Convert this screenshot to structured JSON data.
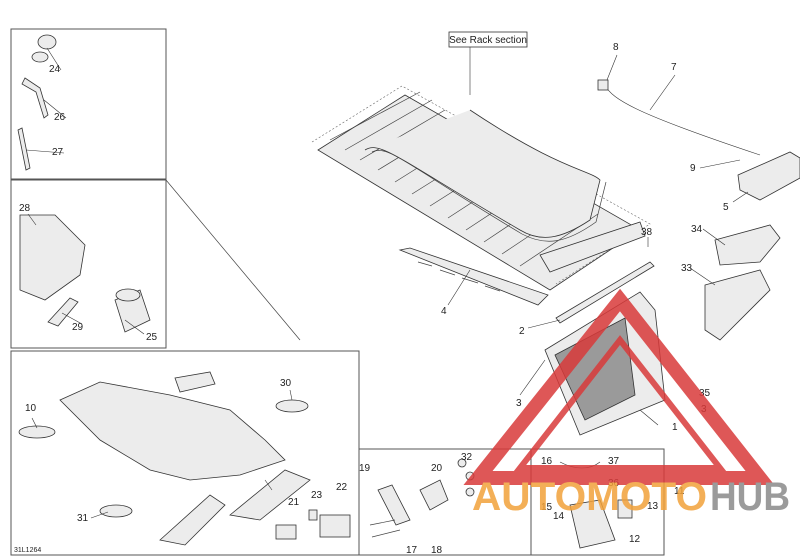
{
  "diagram": {
    "reference_box_label": "See Rack section",
    "drawing_code": "31L1264",
    "callouts": [
      "1",
      "2",
      "3",
      "3",
      "4",
      "5",
      "7",
      "8",
      "9",
      "10",
      "11",
      "12",
      "13",
      "14",
      "15",
      "16",
      "17",
      "18",
      "19",
      "20",
      "21",
      "22",
      "23",
      "24",
      "25",
      "26",
      "27",
      "28",
      "29",
      "30",
      "31",
      "32",
      "33",
      "34",
      "35",
      "36",
      "37",
      "38"
    ]
  },
  "watermark": {
    "part1": "AUTOMOTO",
    "part2": "HUB",
    "color_primary": "#f2a23a",
    "color_secondary": "#8a8a8a",
    "triangle_color": "#d93a3a"
  }
}
